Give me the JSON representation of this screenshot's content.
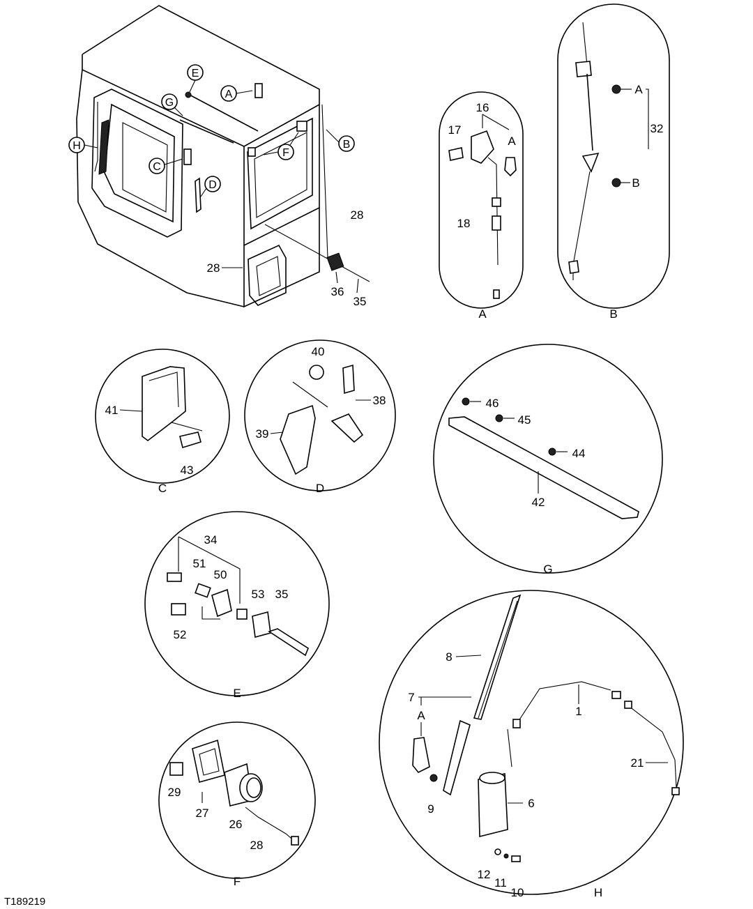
{
  "figure_id": "T189219",
  "cab_callouts": {
    "E": "E",
    "A": "A",
    "G": "G",
    "H": "H",
    "C": "C",
    "D": "D",
    "F": "F",
    "B": "B",
    "n28a": "28",
    "n28b": "28",
    "n36": "36",
    "n35": "35"
  },
  "detail_A": {
    "caption": "A",
    "n16": "16",
    "n17": "17",
    "refA": "A",
    "n18": "18"
  },
  "detail_B": {
    "caption": "B",
    "refA": "A",
    "n32": "32",
    "refB": "B"
  },
  "detail_C": {
    "caption": "C",
    "n41": "41",
    "n43": "43"
  },
  "detail_D": {
    "caption": "D",
    "n40": "40",
    "n38": "38",
    "n39": "39"
  },
  "detail_G": {
    "caption": "G",
    "n46": "46",
    "n45": "45",
    "n44": "44",
    "n42": "42"
  },
  "detail_E": {
    "caption": "E",
    "n34": "34",
    "n51": "51",
    "n50": "50",
    "n53": "53",
    "n35": "35",
    "n52": "52"
  },
  "detail_F": {
    "caption": "F",
    "n29": "29",
    "n27": "27",
    "n26": "26",
    "n28": "28"
  },
  "detail_H": {
    "caption": "H",
    "n8": "8",
    "n7": "7",
    "refA": "A",
    "n1": "1",
    "n21": "21",
    "n6": "6",
    "n9": "9",
    "n12": "12",
    "n11": "11",
    "n10": "10"
  }
}
